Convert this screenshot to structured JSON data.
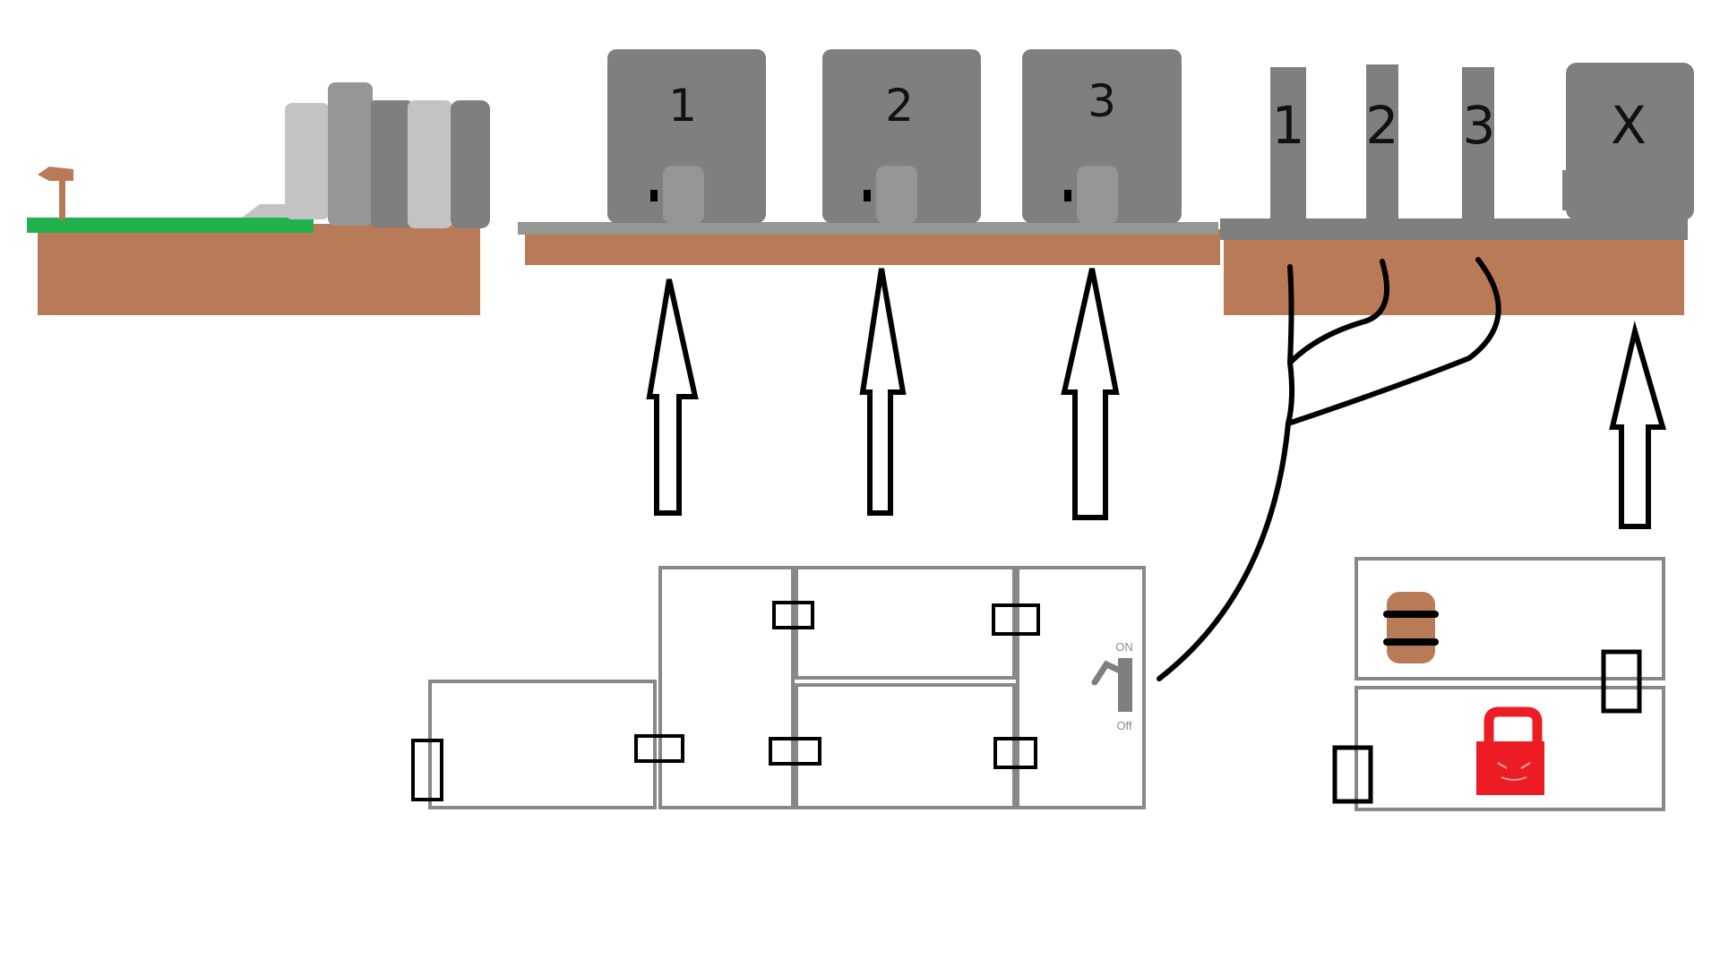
{
  "colors": {
    "ground": "#b97a57",
    "grass": "#22b14c",
    "stone": "#7f7f7f",
    "stone_light": "#c3c3c3",
    "slab": "#959595",
    "room_outline": "#888888",
    "lock": "#ed1c24",
    "barrel": "#b97a57",
    "ink": "#000000"
  },
  "machines": [
    {
      "label": "1"
    },
    {
      "label": "2"
    },
    {
      "label": "3"
    }
  ],
  "posts": [
    {
      "label": "1"
    },
    {
      "label": "2"
    },
    {
      "label": "3"
    }
  ],
  "x_block": {
    "label": "X"
  },
  "switch": {
    "on_label": "ON",
    "off_label": "Off"
  },
  "icons": [
    "signpost-icon",
    "switch-icon",
    "barrel-icon",
    "padlock-icon",
    "up-arrow-icon"
  ]
}
